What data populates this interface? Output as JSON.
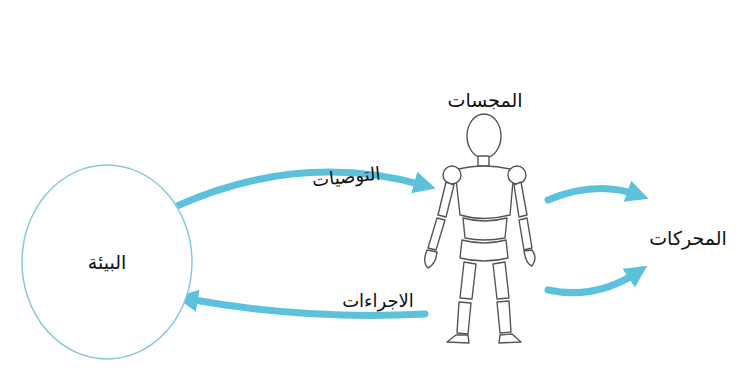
{
  "diagram": {
    "nodes": [
      {
        "text": [
          "البيئة"
        ]
      },
      {
        "text": [
          "المجسات"
        ]
      }
    ],
    "edges": [
      {
        "from": 0,
        "to": 1,
        "arrow": "to",
        "label": "التوصيات"
      },
      {
        "from": 1,
        "to": 0,
        "arrow": "to",
        "label": "الاجراءات"
      }
    ],
    "labels": [
      "المحركات"
    ]
  }
}
